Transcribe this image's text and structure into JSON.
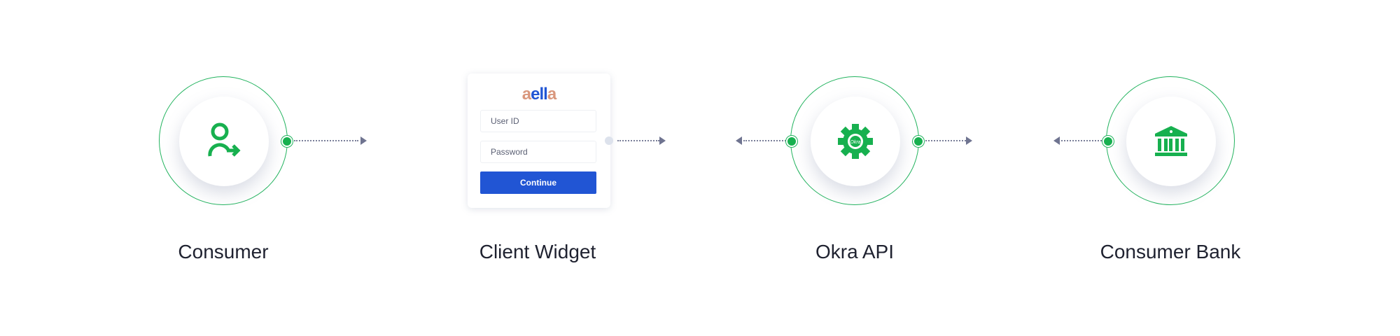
{
  "nodes": {
    "consumer": "Consumer",
    "widget": "Client Widget",
    "okra": "Okra API",
    "bank": "Consumer Bank"
  },
  "widget": {
    "logo": "aella",
    "user_id_placeholder": "User ID",
    "password_placeholder": "Password",
    "continue": "Continue"
  },
  "okra_icon_text": "Okra",
  "colors": {
    "green": "#17b04f",
    "blue": "#2155d4",
    "arrow": "#6f7490"
  }
}
